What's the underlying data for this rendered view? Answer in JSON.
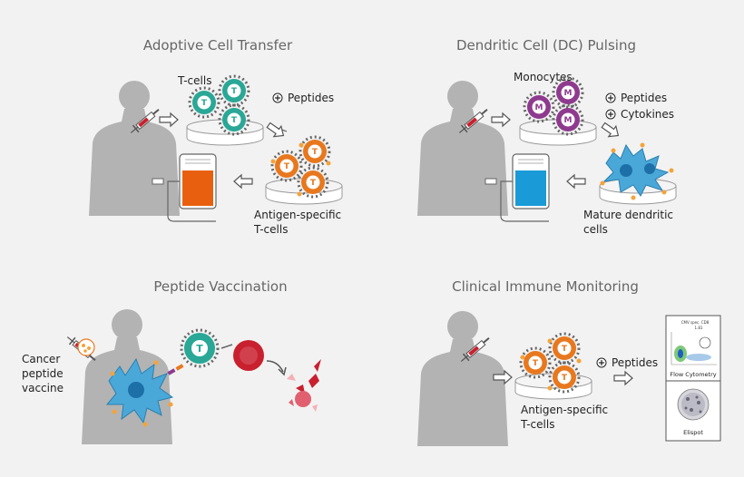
{
  "panels": {
    "act": {
      "title": "Adoptive Cell Transfer",
      "t_cells": "T-cells",
      "peptides": "Peptides",
      "antigen_line1": "Antigen-specific",
      "antigen_line2": "T-cells",
      "cell_letter": "T"
    },
    "dc": {
      "title": "Dendritic Cell (DC) Pulsing",
      "monocytes": "Monocytes",
      "peptides": "Peptides",
      "cytokines": "Cytokines",
      "mature_line1": "Mature dendritic",
      "mature_line2": "cells",
      "cell_letter": "M"
    },
    "vacc": {
      "title": "Peptide Vaccination",
      "vaccine_line1": "Cancer",
      "vaccine_line2": "peptide",
      "vaccine_line3": "vaccine",
      "cell_letter": "T"
    },
    "monitor": {
      "title": "Clinical Immune Monitoring",
      "peptides": "Peptides",
      "antigen_line1": "Antigen-specific",
      "antigen_line2": "T-cells",
      "flow_label": "Flow Cytometry",
      "flow_plot_title": "CMV spec. CD8",
      "flow_plot_value": "1.81",
      "elispot_label": "Elispot",
      "cell_letter": "T"
    }
  },
  "colors": {
    "background": "#f2f2f2",
    "silhouette": "#b3b3b3",
    "teal_cell": "#2aa796",
    "orange_cell": "#e8781e",
    "purple_cell": "#8e3a8e",
    "dc_blue": "#4aa8d8",
    "bag_orange": "#e8600f",
    "bag_blue": "#1a9ad6",
    "syringe_red": "#c8202e"
  }
}
